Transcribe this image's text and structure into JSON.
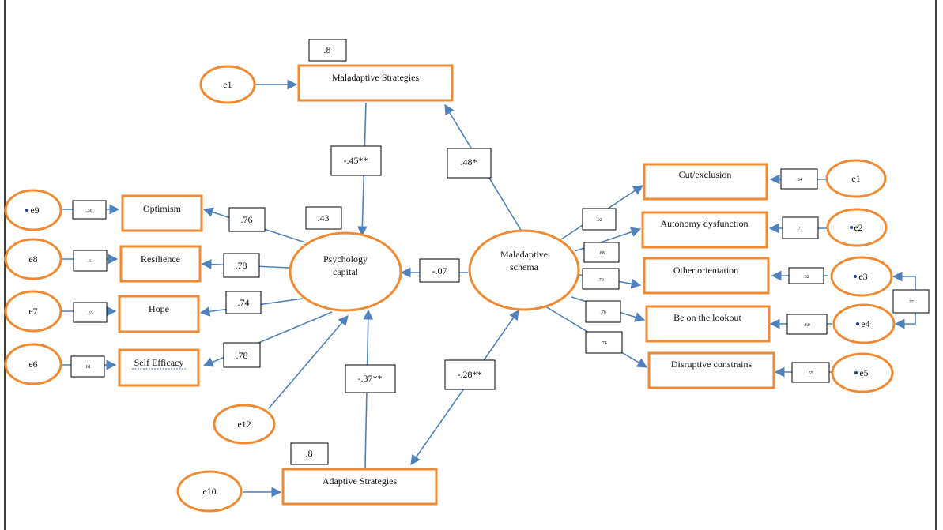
{
  "colors": {
    "box_border": "#ef8a32",
    "arrow": "#4f81bd",
    "label_border": "#000000",
    "dot": "#1f3a93"
  },
  "latents": {
    "psychology_capital": "Psychology capital",
    "maladaptive_schema": "Maladaptive schema"
  },
  "observed": {
    "maladaptive_strategies": "Maladaptive Strategies",
    "adaptive_strategies": "Adaptive Strategies",
    "optimism": "Optimism",
    "resilience": "Resilience",
    "hope": "Hope",
    "self_efficacy": "Self Efficacy",
    "cut_exclusion": "Cut/exclusion",
    "autonomy_dysfunction": "Autonomy dysfunction",
    "other_orientation": "Other orientation",
    "be_on_the_lookout": "Be on the lookout",
    "disruptive_constrains": "Disruptive constrains"
  },
  "errors": {
    "e1_top": "e1",
    "e1_right": "e1",
    "e2": "e2",
    "e3": "e3",
    "e4": "e4",
    "e5": "e5",
    "e6": "e6",
    "e7": "e7",
    "e8": "e8",
    "e9": "e9",
    "e10": "e10",
    "e12": "e12"
  },
  "coefficients": {
    "r2_maladaptive_strategies": ".8",
    "r2_psychology_capital": ".43",
    "r2_adaptive_strategies": ".8",
    "mal_to_pc": "-.45**",
    "ms_to_mal": ".48*",
    "ms_to_pc": "-.07",
    "ms_to_adaptive": "-.28**",
    "adaptive_to_pc": "-.37**",
    "pc_optimism": ".76",
    "pc_resilience": ".78",
    "pc_hope": ".74",
    "pc_self_efficacy": ".78",
    "err_optimism": ".58",
    "err_resilience": ".61",
    "err_hope": ".55",
    "err_self_efficacy": ".61",
    "ms_cut": ".92",
    "ms_autonomy": ".88",
    "ms_other": ".79",
    "ms_lookout": ".78",
    "ms_disruptive": ".74",
    "err_cut": ".84",
    "err_autonomy": ".77",
    "err_other": ".62",
    "err_lookout": ".60",
    "err_disruptive": ".55",
    "cov_e3_e4": ".27"
  }
}
